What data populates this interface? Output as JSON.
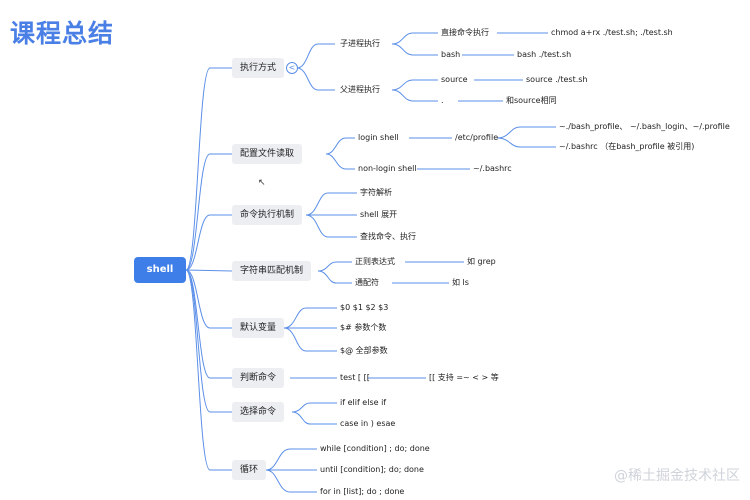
{
  "title": "课程总结",
  "root": "shell",
  "categories": {
    "exec": "执行方式",
    "config": "配置文件读取",
    "mechanism": "命令执行机制",
    "match": "字符串匹配机制",
    "vars": "默认变量",
    "judge": "判断命令",
    "select": "选择命令",
    "loop": "循环"
  },
  "exec": {
    "subprocess": "子进程执行",
    "direct": "直接命令执行",
    "direct_cmd": "chmod a+rx ./test.sh; ./test.sh",
    "bash": "bash",
    "bash_cmd": "bash ./test.sh",
    "parent": "父进程执行",
    "source": "source",
    "source_cmd": "source ./test.sh",
    "dot": ".",
    "dot_desc": "和source相同"
  },
  "config": {
    "login": "login shell",
    "profile": "/etc/profile",
    "profile_files": "~./bash_profile、 ~/.bash_login、~/.profile",
    "bashrc_note": "~/.bashrc （在bash_profile 被引用)",
    "nonlogin": "non-login shell",
    "nonlogin_file": "~/.bashrc"
  },
  "mechanism": {
    "parse": "字符解析",
    "expand": "shell 展开",
    "find": "查找命令、执行"
  },
  "match": {
    "regex": "正则表达式",
    "regex_ex": "如 grep",
    "glob": "通配符",
    "glob_ex": "如 ls"
  },
  "vars": {
    "positional": "$0 $1 $2 $3",
    "count": "$# 参数个数",
    "all": "$@  全部参数"
  },
  "judge": {
    "test": "test [  [[",
    "support": "[[ 支持 =~  < > 等"
  },
  "select": {
    "if": "if elif  else if",
    "case": "case in  ) esae"
  },
  "loop": {
    "while": "while  [condition] ; do;  done",
    "until": "until [condition]; do;  done",
    "for": "for in [list]; do ; done"
  },
  "ui": {
    "collapse_symbol": "<",
    "watermark": "@稀土掘金技术社区"
  },
  "colors": {
    "title": "#4a7fe6",
    "root_fill": "#3d7ee8",
    "node_fill": "#eceef2",
    "link": "#5b8fe8"
  },
  "icons": {
    "collapse": "collapse-toggle-icon",
    "cursor": "mouse-cursor-icon"
  }
}
